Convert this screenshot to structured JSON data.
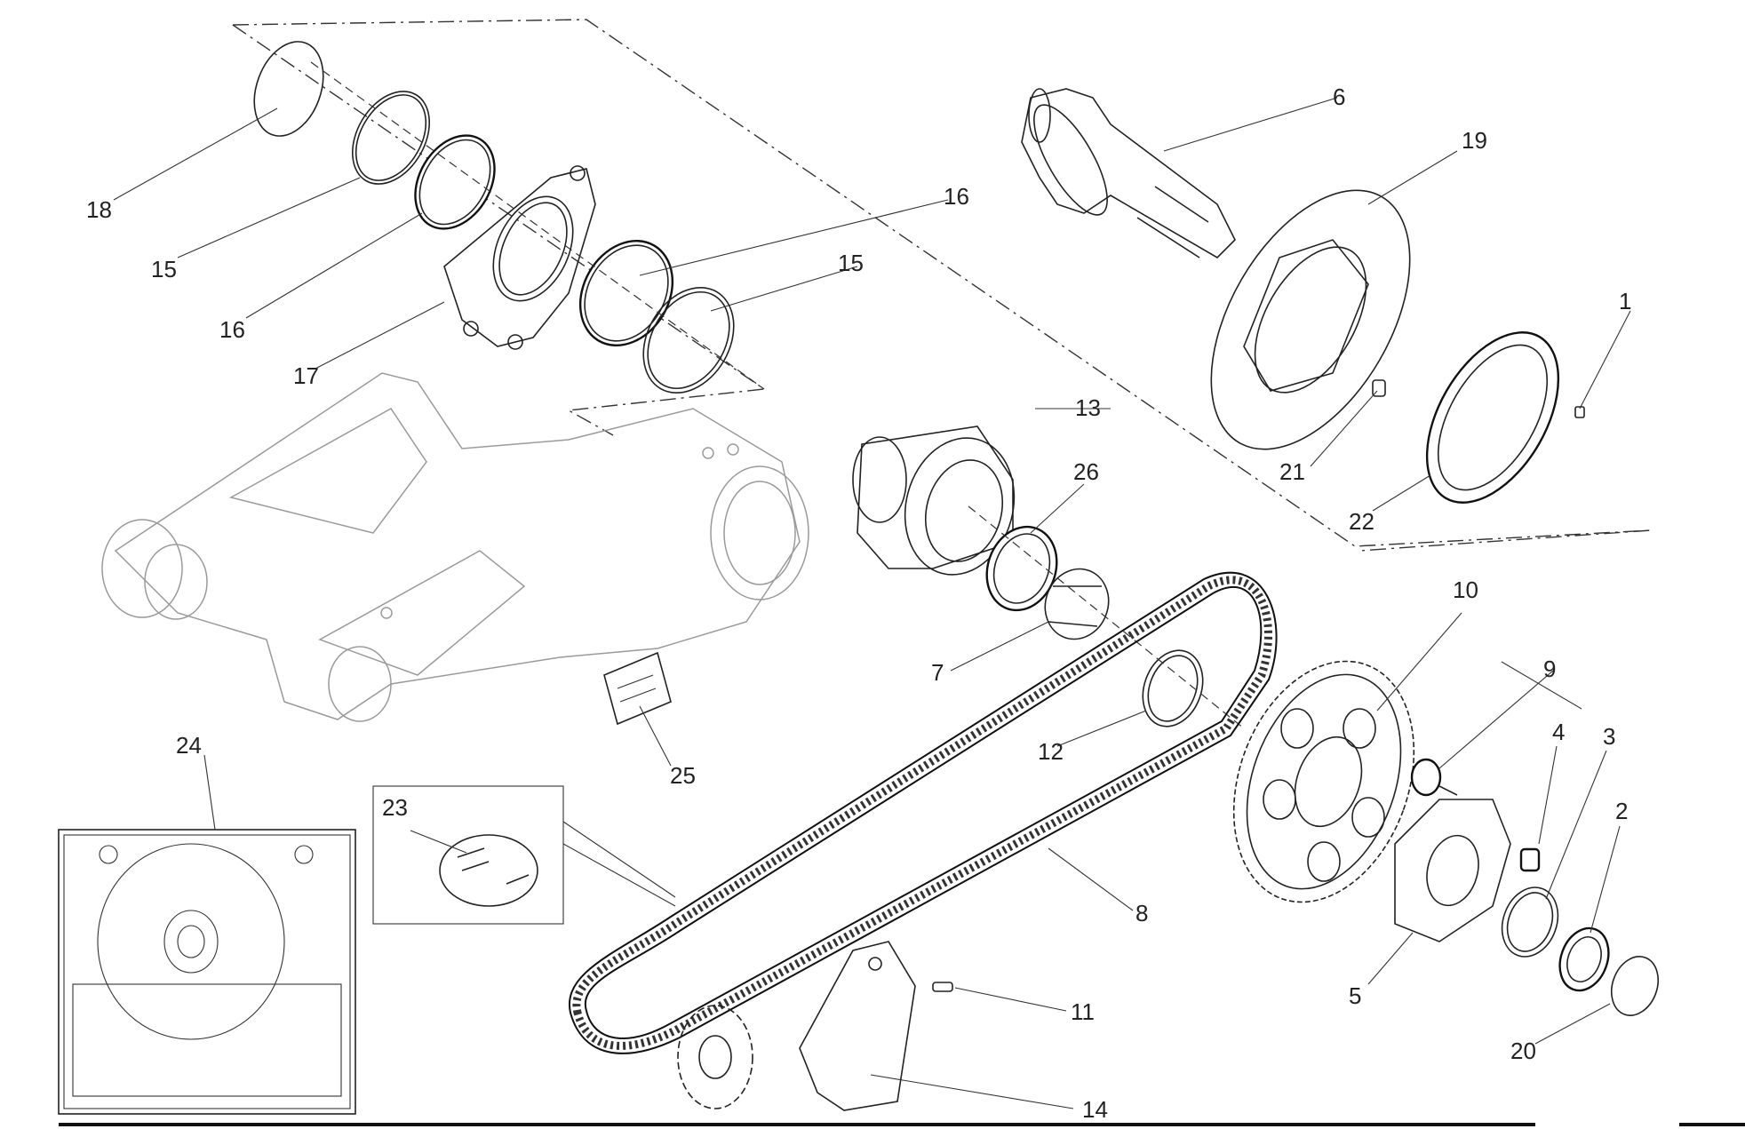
{
  "diagram": {
    "labels": {
      "l1": "1",
      "l2": "2",
      "l3": "3",
      "l4": "4",
      "l5": "5",
      "l6": "6",
      "l7": "7",
      "l8": "8",
      "l9": "9",
      "l10": "10",
      "l11": "11",
      "l12": "12",
      "l13": "13",
      "l14": "14",
      "l15a": "15",
      "l15b": "15",
      "l16a": "16",
      "l16b": "16",
      "l17": "17",
      "l18": "18",
      "l19": "19",
      "l20": "20",
      "l21": "21",
      "l22": "22",
      "l23": "23",
      "l24": "24",
      "l25": "25",
      "l26": "26"
    }
  }
}
